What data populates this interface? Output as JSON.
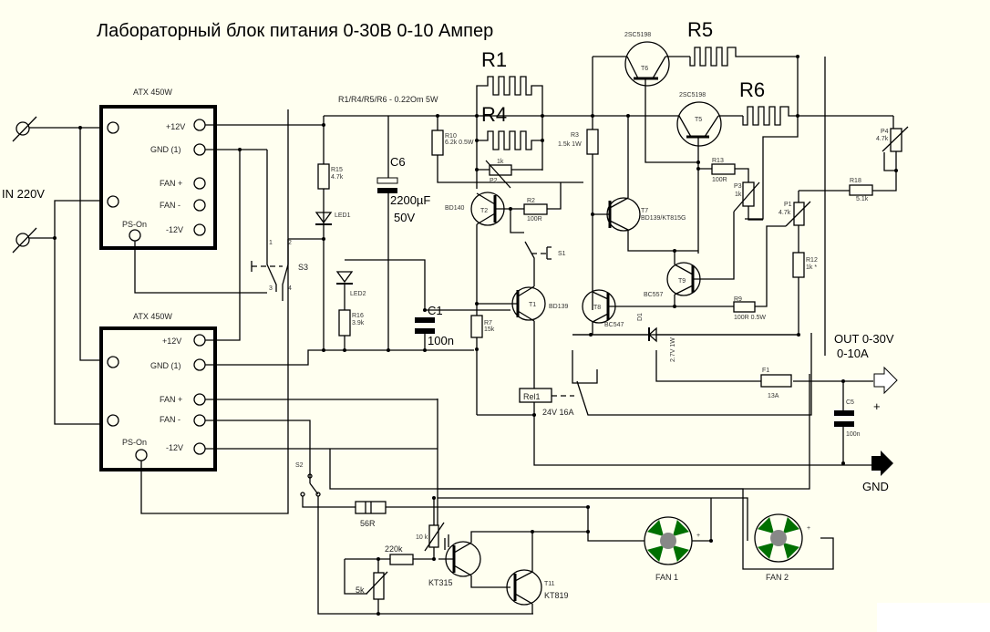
{
  "title": "Лабораторный блок питания 0-30В 0-10 Ампер",
  "note": "R1/R4/R5/R6 - 0.22Om 5W",
  "input": {
    "label": "IN 220V"
  },
  "psu_top": {
    "name": "ATX 450W",
    "pins": [
      "+12V",
      "GND (1)",
      "FAN +",
      "FAN -",
      "-12V",
      "PS-On"
    ]
  },
  "psu_bottom": {
    "name": "ATX 450W",
    "pins": [
      "+12V",
      "GND (1)",
      "FAN +",
      "FAN -",
      "-12V",
      "PS-On"
    ]
  },
  "components": {
    "R1": "R1",
    "R4": "R4",
    "R5": "R5",
    "R6": "R6",
    "R15": {
      "ref": "R15",
      "value": "4.7k"
    },
    "LED1": "LED1",
    "LED2": "LED2",
    "R16": {
      "ref": "R16",
      "value": "3.9k"
    },
    "C6": {
      "ref": "C6",
      "value": "2200µF",
      "voltage": "50V"
    },
    "C1": {
      "ref": "C1",
      "value": "100n"
    },
    "S3": {
      "ref": "S3",
      "pins": [
        "1",
        "2",
        "3",
        "4"
      ]
    },
    "R10": {
      "ref": "R10",
      "value": "6.2k 0.5W"
    },
    "P2": {
      "ref": "P2",
      "value": "1k"
    },
    "T2": {
      "ref": "T2",
      "model": "BD140"
    },
    "R2": {
      "ref": "R2",
      "value": "100R"
    },
    "S1": "S1",
    "T1": {
      "ref": "T1",
      "model": "BD139"
    },
    "R7": {
      "ref": "R7",
      "value": "15k"
    },
    "R3": {
      "ref": "R3",
      "value": "1.5k 1W"
    },
    "T6": {
      "ref": "T6",
      "model": "2SC5198"
    },
    "T5": {
      "ref": "T5",
      "model": "2SC5198"
    },
    "T7": {
      "ref": "T7",
      "model": "BD139/KT815G"
    },
    "R13": {
      "ref": "R13",
      "value": "100R"
    },
    "P3": {
      "ref": "P3",
      "value": "1k"
    },
    "P1": {
      "ref": "P1",
      "value": "4.7k"
    },
    "P4": {
      "ref": "P4",
      "value": "4.7k"
    },
    "R18": {
      "ref": "R18",
      "value": "5.1k"
    },
    "R12": {
      "ref": "R12",
      "value": "1k *"
    },
    "T9": {
      "ref": "T9",
      "model": "BC557"
    },
    "T8": {
      "ref": "T8",
      "model": "BC547"
    },
    "R9": {
      "ref": "R9",
      "value": "100R 0.5W"
    },
    "D1": {
      "ref": "D1",
      "value": "2.7V 1W"
    },
    "Rel1": {
      "ref": "Rel1",
      "value": "24V 16A"
    },
    "F1": {
      "ref": "F1",
      "value": "13A"
    },
    "C5": {
      "ref": "C5",
      "value": "100n"
    },
    "S2": "S2",
    "R56": {
      "value": "56R"
    },
    "R220": {
      "value": "220k"
    },
    "P5k": {
      "value": "5k"
    },
    "TH10k": {
      "value": "10 k"
    },
    "KT315": {
      "model": "KT315"
    },
    "T11": {
      "ref": "T11",
      "model": "KT819"
    },
    "FAN1": "FAN 1",
    "FAN2": "FAN 2"
  },
  "output": {
    "label_v": "OUT 0-30V",
    "label_a": "0-10A",
    "plus": "+",
    "gnd": "GND"
  },
  "colors": {
    "background": "#fffff0",
    "fan_blade": "#007000",
    "fan_hub": "#888888"
  }
}
